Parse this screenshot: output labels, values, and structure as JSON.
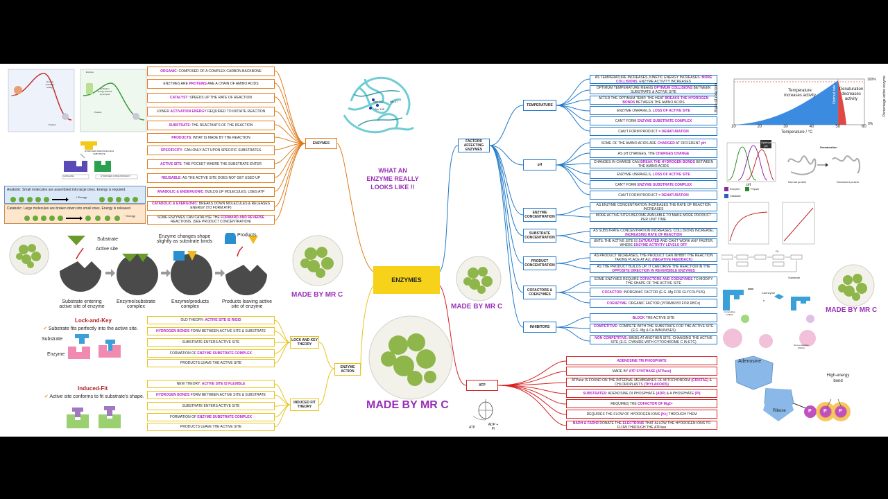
{
  "center": {
    "label": "ENZYMES"
  },
  "watermarks": [
    "MADE BY MR C",
    "MADE BY MR C",
    "MADE BY MR C",
    "MADE BY MR C"
  ],
  "protein_caption": "WHAT AN ENZYME REALLY LOOKS LIKE !!",
  "protein_residues": [
    "Asp 102",
    "His 57",
    "Ser 195"
  ],
  "branches": {
    "enzymes": {
      "label": "ENZYMES",
      "items": [
        [
          "ORGANIC",
          ": COMPOSED OF A COMPLEX CARBON BACKBONE"
        ],
        [
          "",
          "ENZYMES ARE ",
          "PROTEINS",
          " ARE A CHAIN OF AMINO ACIDS"
        ],
        [
          "CATALYST",
          ": SPEEDS UP THE RATE OF REACTION"
        ],
        [
          "",
          "LOWER ",
          "ACTIVATION ENERGY",
          " REQUIRED TO INITIATE REACTION"
        ],
        [
          "SUBSTRATE",
          ": THE REACTANTS OF THE REACTION"
        ],
        [
          "PRODUCTS",
          ": WHAT IS MADE BY THE REACTION"
        ],
        [
          "SPECIFICITY",
          ": CAN ONLY ACT UPON SPECIFIC SUBSTRATES"
        ],
        [
          "ACTIVE SITE",
          ": THE POCKET WHERE THE SUBSTRATE ENTER"
        ],
        [
          "REUSABLE",
          ": AS THE ACTIVE SITE DOES NOT GET USED UP"
        ],
        [
          "ANABOLIC & ENDERGONIC",
          ": BUILDS UP MOLECULES. USES ATP"
        ],
        [
          "CATABOLIC & EXERGONIC",
          ": BREAKS DOWN MOLECULES & RELEASES ENERGY (TO FORM ATP)"
        ],
        [
          "",
          "SOME ENZYMES CAN CATALYSE THE ",
          "FORWARD AND REVERSE",
          " REACTIONS. (SEE PRODUCT CONCENTRATION)"
        ]
      ]
    },
    "enzyme_action": {
      "label": "ENZYME ACTION",
      "lock_key": {
        "label": "LOCK AND KEY THEORY",
        "items": [
          [
            "",
            "OLD THEORY: ",
            "ACTIVE SITE IS RIGID",
            ""
          ],
          [
            "HYDROGEN BONDS",
            " FORM BETWEEN ACTIVE SITE & SUBSTRATE"
          ],
          [
            "",
            "SUBSTRATE ENTERS ACTIVE SITE"
          ],
          [
            "",
            "FORMATION OF ",
            "ENZYME SUBSTRATE COMPLEX",
            ""
          ],
          [
            "",
            "PRODUCTS LEAVE THE ACTIVE SITE"
          ]
        ]
      },
      "induced_fit": {
        "label": "INDUCED FIT THEORY",
        "items": [
          [
            "",
            "NEW THEORY: ",
            "ACTIVE SITE IS FLEXIBLE",
            ""
          ],
          [
            "HYDROGEN BONDS",
            " FORM BETWEEN ACTIVE SITE & SUBSTRATE"
          ],
          [
            "",
            "SUBSTRATE ENTERS ACTIVE SITE"
          ],
          [
            "",
            "FORMATION OF ",
            "ENZYME SUBSTRATE COMPLEX",
            ""
          ],
          [
            "",
            "PRODUCTS LEAVE THE ACTIVE SITE"
          ]
        ]
      }
    },
    "factors": {
      "label": "FACTORS AFFECTING ENZYMES",
      "temperature": {
        "label": "TEMPERATURE",
        "items": [
          [
            "",
            "AS TEMPERATURE INCREASES, KINETIC ENERGY INCREASES. ",
            "MORE COLLISIONS",
            ". ENZYME ACTIVITY INCREASES"
          ],
          [
            "",
            "OPTIMUM TEMPERATURE MEANS ",
            "OPTIMUM COLLISIONS",
            " BETWEEN SUBSTRATE & ACTIVE SITE"
          ],
          [
            "",
            "AFTER THE OPTIMUM TEMP. THE HEAT ",
            "BREAKS THE HYDROGEN BONDS",
            " BETWEEN THE AMINO ACIDS"
          ],
          [
            "",
            "ENZYME UNRAVELS, ",
            "LOSS OF ACTIVE SITE",
            ""
          ],
          [
            "",
            "CAN'T FORM ",
            "ENZYME SUBSTRATE COMPLEX",
            ""
          ],
          [
            "",
            "CAN'T FORM PRODUCT = ",
            "DENATURATION",
            ""
          ]
        ]
      },
      "ph": {
        "label": "pH",
        "items": [
          [
            "",
            "SOME OF THE AMINO ACIDS ARE ",
            "CHARGED",
            " AT DIFFERENT ",
            "pH"
          ],
          [
            "",
            "AS pH CHANGES, THE ",
            "CHARGES CHANGE",
            ""
          ],
          [
            "",
            "CHANGES IN CHARGE CAN ",
            "BREAK THE HYDROGEN BONDS",
            " BETWEEN THE AMINO ACIDS"
          ],
          [
            "",
            "ENZYME UNRAVELS, ",
            "LOSS OF ACTIVE SITE",
            ""
          ],
          [
            "",
            "CAN'T FORM ",
            "ENZYME SUBSTRATE COMPLEX",
            ""
          ],
          [
            "",
            "CAN'T FORM PRODUCT = ",
            "DENATURATION",
            ""
          ]
        ]
      },
      "enzyme_conc": {
        "label": "ENZYME CONCENTRATION",
        "items": [
          [
            "",
            "AS ENZYME CONCENTRATION INCREASES THE RATE OF REACTION INCREASES"
          ],
          [
            "",
            "MORE ACTIVE SITES BECOME AVAILABLE TO MAKE MORE PRODUCT PER UNIT TIME"
          ]
        ]
      },
      "substrate_conc": {
        "label": "SUBSTRATE CONCENTRATION",
        "items": [
          [
            "",
            "AS SUBSTRATE CONCENTRATION INCREASES, COLLISIONS INCREASE, ",
            "INCREASING RATE OF REACTION",
            ""
          ],
          [
            "",
            "UNTIL THE ACTIVE SITE IS ",
            "SATURATED",
            " AND CAN'T WORK ANY FASTER. WHERE ",
            "ENZYME ACTIVITY LEVELS OFF"
          ]
        ]
      },
      "product_conc": {
        "label": "PRODUCT CONCENTRATION",
        "items": [
          [
            "",
            "AS PRODUCT INCREASES, THE PRODUCT CAN INHIBIT THE REACTION TAKING PLACE AT ALL ",
            "(NEGATIVE FEEDBACK)",
            ""
          ],
          [
            "",
            "AS THE PRODUCT BUILDS UP, IT CAN DRIVE THE REACTION IN THE ",
            "OPPOSITE DIRECTION IN REVERSIBLE ENZYMES",
            ""
          ]
        ]
      },
      "cofactors": {
        "label": "COFACTORS & COENZYMES",
        "items": [
          [
            "",
            "SOME ENZYMES REQUIRE ",
            "COFACTORS AND COENZYMES",
            " TO MODIFY THE SHAPE OF THE ACTIVE SITE"
          ],
          [
            "COFACTOR",
            ": INORGANIC FACTOR (E.G. Mg FOR GLYCOLYSIS)"
          ],
          [
            "COENZYME",
            ": ORGANIC FACTOR (VITAMIN B3 FOR RBCs)"
          ]
        ]
      },
      "inhibitors": {
        "label": "INHIBITORS",
        "items": [
          [
            "BLOCK",
            " THE ACTIVE SITE"
          ],
          [
            "COMPETITIVE",
            ": COMPETE WITH THE SUBSTRATE FOR THE ACTIVE SITE (E.G. Mg & Ca IMMUNISES)"
          ],
          [
            "NON COMPETITIVE",
            ": BINDS AT ANOTHER SITE, CHANGING THE ACTIVE SITE (E.G. CYANIDE WITH CYTOCHROME C IN ETC)"
          ]
        ]
      }
    },
    "atp": {
      "label": "ATP",
      "items": [
        [
          "ADENOSINE TRI PHOSPHATE",
          ""
        ],
        [
          "",
          "MADE BY ",
          "ATP SYNTHASE (ATPase)",
          ""
        ],
        [
          "",
          "ATPase IS FOUND ON THE INTERNAL MEMBRANES OF MITOCHONDRIA ",
          "(CRISTAE)",
          " & CHLOROPLASTS ",
          "(THYLAKOIDS)"
        ],
        [
          "SUBSTRATES",
          ": ADENOSINE DI PHOSPHATE ",
          "(ADP)",
          " & A PHOSPHATE ",
          "(Pi)"
        ],
        [
          "",
          "REQUIRES THE ",
          "COFACTOR OF Mg2+",
          ""
        ],
        [
          "",
          "REQUIRES THE FLOW OF HYDROGEN IONS ",
          "(H+)",
          " THROUGH THEM"
        ],
        [
          "NADH & FADH2",
          " DONATE THE ",
          "ELECTRONS",
          " THAT ALLOW THE HYDROGEN IONS TO FLOW THROUGH THE ATPase"
        ]
      ]
    }
  },
  "left_panel": {
    "energy_labels": [
      "Reactants",
      "Product",
      "Normal activation energy",
      "Enzyme",
      "Activation energy lowered by enzyme",
      "CATALASE",
      "ENZYME",
      "HYDROGEN PEROXIDE H2O2 SUBSTRATE",
      "H2O",
      "HYDROGEN OXIDE PRODUCT"
    ],
    "anabolic": "Anabolic: Small molecules are assembled into large ones. Energy is required.",
    "catabolic": "Catabolic: Large molecules are broken down into small ones. Energy is released.",
    "energy_tag": "+ Energy",
    "action_steps": [
      "Substrate entering active site of enzyme",
      "Enzyme/substrate complex",
      "Enzyme/products complex",
      "Products leaving active site of enzyme"
    ],
    "action_labels": [
      "Substrate",
      "Active site",
      "Enzyme changes shape slightly as substrate binds",
      "Products"
    ],
    "lock_key_title": "Lock-and-Key",
    "lock_key_text": "Substrate fits perfectly into the active site.",
    "lock_key_labels": [
      "Substrate",
      "Enzyme"
    ],
    "induced_title": "Induced-Fit",
    "induced_text": "Active site conforms to fit substrate's shape."
  },
  "temp_chart": {
    "ylabel": "Rate of reaction",
    "xlabel": "Temperature / °C",
    "y2label": "Percentage active enzyme",
    "y2ticks": [
      "100%",
      "0%"
    ],
    "xticks": [
      "10",
      "20",
      "30",
      "40",
      "50",
      "60"
    ],
    "ann_temp": "Temperature increases activity",
    "ann_denat": "Denaturation decreases activity",
    "ann_opt": "Optimal rate",
    "colors": {
      "rise": "#3b8be0",
      "fall": "#e04848"
    }
  },
  "ph_panel": {
    "legend": [
      "Enzyme",
      "Pepsin",
      "Catalase"
    ],
    "optimum": "Optimum pH",
    "xlabel": "pH",
    "denat_labels": [
      "Denaturation",
      "Normal protein",
      "Denatured protein"
    ]
  },
  "conc_graphs": {
    "mid": "Or"
  },
  "inhib_labels": [
    "Substrate",
    "Coenzyme",
    "Competitive inhibitor",
    "Non-competitive inhibitor"
  ],
  "atp_diagram": {
    "adenosine": "Adenosine",
    "ribose": "Ribose",
    "bond": "High-energy bond",
    "phosphate": "P",
    "atp": "ATP",
    "adp": "ADP + Pi"
  }
}
